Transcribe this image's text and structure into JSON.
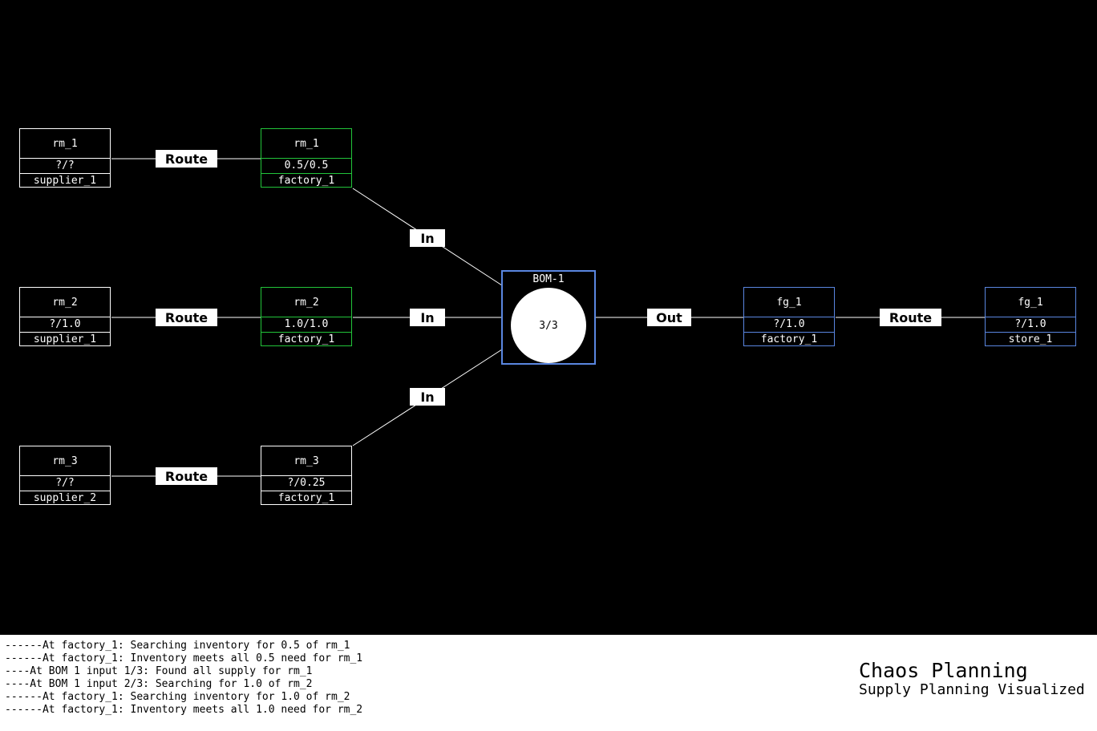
{
  "nodes": {
    "n1": {
      "name": "rm_1",
      "qty": "?/?",
      "loc": "supplier_1",
      "color": "#ffffff"
    },
    "n2": {
      "name": "rm_1",
      "qty": "0.5/0.5",
      "loc": "factory_1",
      "color": "#22c43a"
    },
    "n3": {
      "name": "rm_2",
      "qty": "?/1.0",
      "loc": "supplier_1",
      "color": "#ffffff"
    },
    "n4": {
      "name": "rm_2",
      "qty": "1.0/1.0",
      "loc": "factory_1",
      "color": "#22c43a"
    },
    "n5": {
      "name": "rm_3",
      "qty": "?/?",
      "loc": "supplier_2",
      "color": "#ffffff"
    },
    "n6": {
      "name": "rm_3",
      "qty": "?/0.25",
      "loc": "factory_1",
      "color": "#ffffff"
    },
    "n7": {
      "name": "fg_1",
      "qty": "?/1.0",
      "loc": "factory_1",
      "color": "#5a86e0"
    },
    "n8": {
      "name": "fg_1",
      "qty": "?/1.0",
      "loc": "store_1",
      "color": "#5a86e0"
    }
  },
  "edges": {
    "route_label": "Route",
    "in_label": "In",
    "out_label": "Out"
  },
  "bom": {
    "title": "BOM-1",
    "progress": "3/3",
    "color": "#5a86e0"
  },
  "log": {
    "lines": [
      "------At factory_1: Searching inventory for 0.5 of rm_1",
      "------At factory_1: Inventory meets all 0.5 need for rm_1",
      "----At BOM 1 input 1/3: Found all supply for rm_1",
      "----At BOM 1 input 2/3: Searching for 1.0 of rm_2",
      "------At factory_1: Searching inventory for 1.0 of rm_2",
      "------At factory_1: Inventory meets all 1.0 need for rm_2"
    ]
  },
  "brand": {
    "title": "Chaos Planning",
    "subtitle": "Supply Planning Visualized"
  }
}
